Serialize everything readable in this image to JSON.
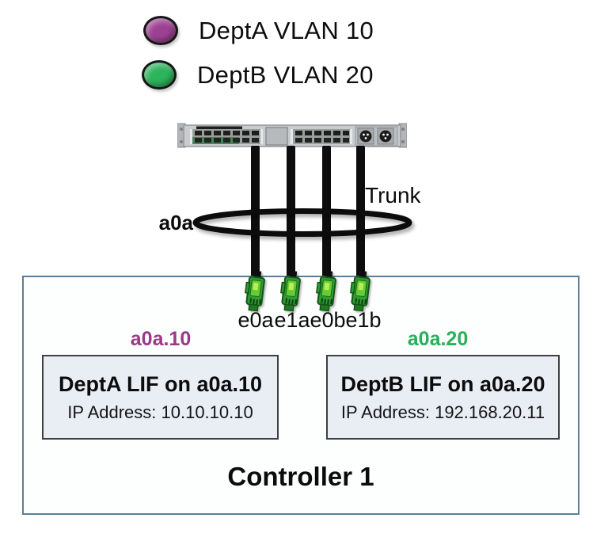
{
  "legend": {
    "items": [
      {
        "label": "DeptA VLAN 10",
        "color": "#9c4191"
      },
      {
        "label": "DeptB VLAN 20",
        "color": "#2db45c"
      }
    ]
  },
  "network": {
    "switch_icon": "rack-switch",
    "trunk_label": "Trunk",
    "ifgrp_label": "a0a",
    "port_labels": [
      "e0a",
      "e1a",
      "e0b",
      "e1b"
    ]
  },
  "controller": {
    "title": "Controller 1",
    "vlan_tags": [
      {
        "label": "a0a.10",
        "color": "#993a86"
      },
      {
        "label": "a0a.20",
        "color": "#27b05a"
      }
    ],
    "lif_boxes": [
      {
        "title": "DeptA LIF on a0a.10",
        "ip_line": "IP Address: 10.10.10.10"
      },
      {
        "title": "DeptB LIF on a0a.20",
        "ip_line": "IP Address: 192.168.20.11"
      }
    ]
  },
  "colors": {
    "vlan_a": "#9c4191",
    "vlan_b": "#2db45c",
    "controller_border": "#5b7e96",
    "lif_box_bg": "#e9eef5",
    "lif_box_border": "#3f3f3f",
    "cable": "#0d0d0d",
    "plug_green": "#2f9b33"
  }
}
